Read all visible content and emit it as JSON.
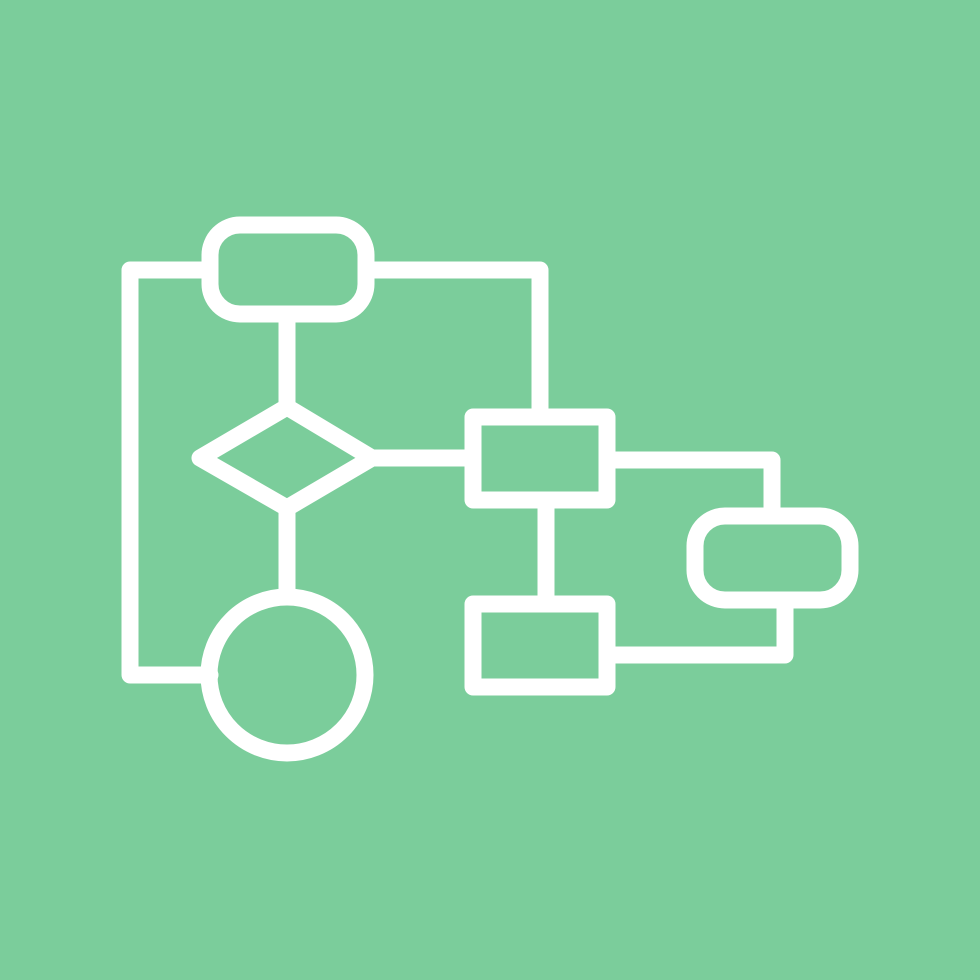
{
  "icon": {
    "name": "flowchart-icon",
    "background_color": "#7BCD9B",
    "stroke_color": "#FFFFFF",
    "shapes": [
      {
        "name": "start-terminator",
        "kind": "rounded-rectangle"
      },
      {
        "name": "decision-diamond",
        "kind": "diamond"
      },
      {
        "name": "end-circle",
        "kind": "circle"
      },
      {
        "name": "process-box-top",
        "kind": "rectangle"
      },
      {
        "name": "process-box-bottom",
        "kind": "rectangle"
      },
      {
        "name": "side-terminator",
        "kind": "rounded-rectangle"
      }
    ]
  }
}
